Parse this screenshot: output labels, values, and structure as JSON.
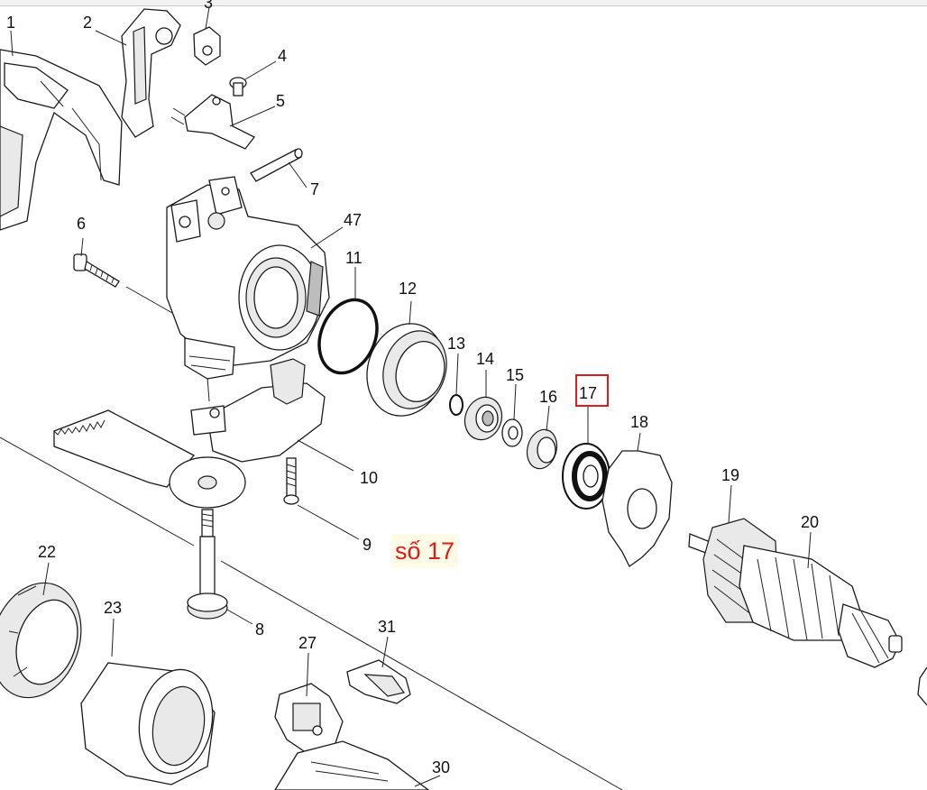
{
  "diagram": {
    "part_numbers": [
      "1",
      "2",
      "3",
      "4",
      "5",
      "6",
      "7",
      "8",
      "9",
      "10",
      "11",
      "12",
      "13",
      "14",
      "15",
      "16",
      "17",
      "18",
      "19",
      "20",
      "22",
      "23",
      "27",
      "30",
      "31",
      "47"
    ],
    "highlighted_part": "17",
    "highlight_color": "#e01b1b",
    "note_text": "số 17",
    "note_background": "#fffbe6"
  }
}
